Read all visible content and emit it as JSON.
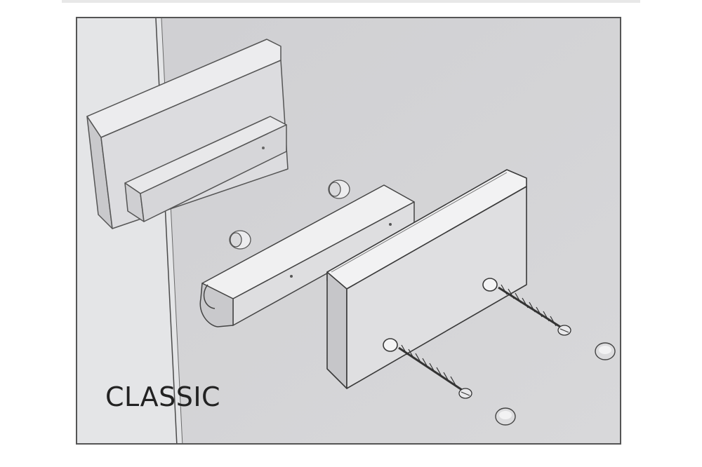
{
  "caption": {
    "label": "CLASSIC"
  },
  "colors": {
    "wall": "#d3d3d5",
    "glass": "#e5e6e8",
    "outline": "#3a3a3a",
    "frame_border": "#555555"
  },
  "parts": [
    "wall-bracket",
    "spacer-bar",
    "mounting-plate",
    "screw",
    "screw-cap",
    "glass-pin"
  ]
}
